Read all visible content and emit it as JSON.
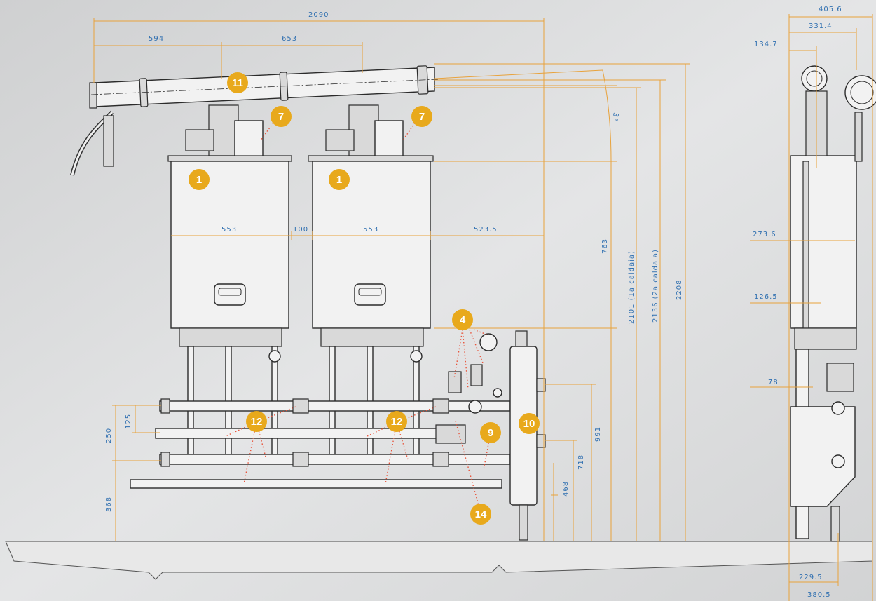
{
  "dims": {
    "d2090": "2090",
    "d594": "594",
    "d653": "653",
    "d553a": "553",
    "d100": "100",
    "d553b": "553",
    "d5235": "523.5",
    "d763": "763",
    "d2101": "2101  (1a caldaia)",
    "d2136": "2136  (2a caldaia)",
    "d2208": "2208",
    "d991": "991",
    "d718": "718",
    "d468": "468",
    "d250": "250",
    "d125": "125",
    "d368": "368",
    "d3deg": "3°",
    "d4056": "405.6",
    "d3314": "331.4",
    "d1347": "134.7",
    "d2736": "273.6",
    "d1265": "126.5",
    "d78": "78",
    "d2295": "229.5",
    "d3805": "380.5"
  },
  "badges": {
    "b1a": "1",
    "b1b": "1",
    "b4": "4",
    "b7a": "7",
    "b7b": "7",
    "b9": "9",
    "b10": "10",
    "b11": "11",
    "b12a": "12",
    "b12b": "12",
    "b14": "14"
  },
  "colors": {
    "background": "#d9dadb",
    "dimension_line": "#e8a23b",
    "dimension_text": "#2f6fb0",
    "badge": "#e8a91c",
    "leader": "#e8543b"
  }
}
